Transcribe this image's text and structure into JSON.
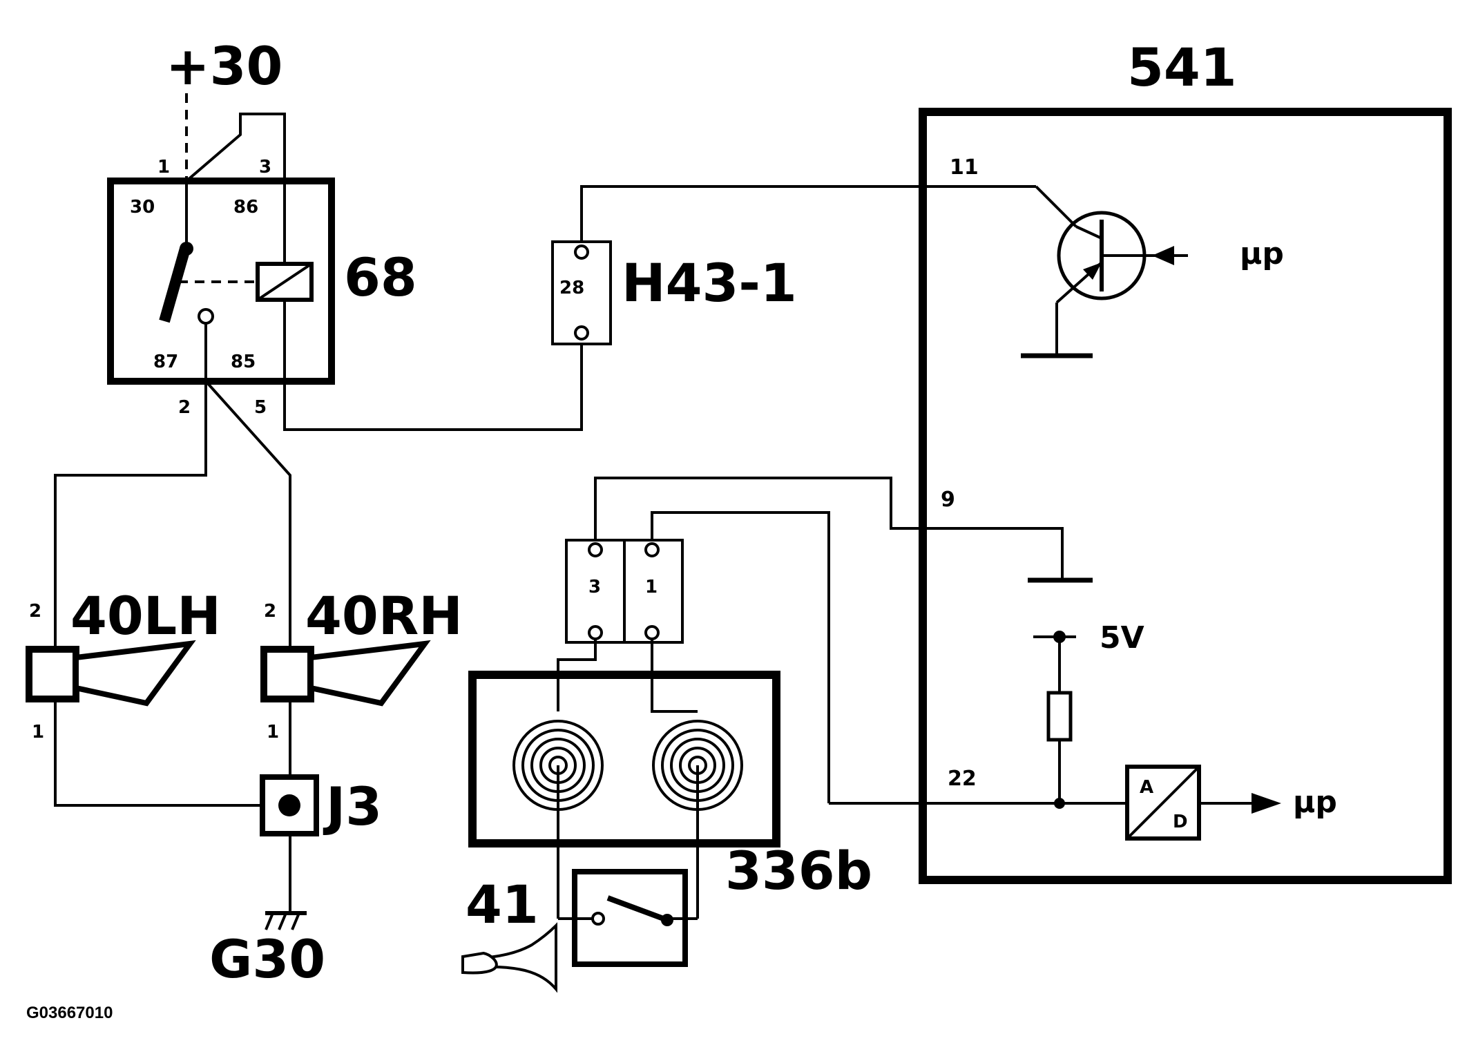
{
  "supply": {
    "label": "+30"
  },
  "relay": {
    "label": "68",
    "terminals": {
      "t30": "30",
      "t86": "86",
      "t87": "87",
      "t85": "85"
    },
    "pins": {
      "p1": "1",
      "p3": "3",
      "p2": "2",
      "p5": "5"
    }
  },
  "connector_h43": {
    "label": "H43-1",
    "pin": "28"
  },
  "control_module": {
    "label": "541",
    "pins": {
      "p11": "11",
      "p9": "9",
      "p22": "22"
    },
    "voltage": "5V",
    "up_top": "µp",
    "up_bottom": "µp",
    "ad_a": "A",
    "ad_d": "D"
  },
  "horns": {
    "left": {
      "label": "40LH",
      "pin_top": "2",
      "pin_bottom": "1"
    },
    "right": {
      "label": "40RH",
      "pin_top": "2",
      "pin_bottom": "1"
    }
  },
  "junction": {
    "label": "J3"
  },
  "ground": {
    "label": "G30"
  },
  "clockspring": {
    "label": "336b",
    "pin_a": "3",
    "pin_b": "1"
  },
  "horn_switch": {
    "label": "41"
  },
  "figure_code": "G03667010"
}
